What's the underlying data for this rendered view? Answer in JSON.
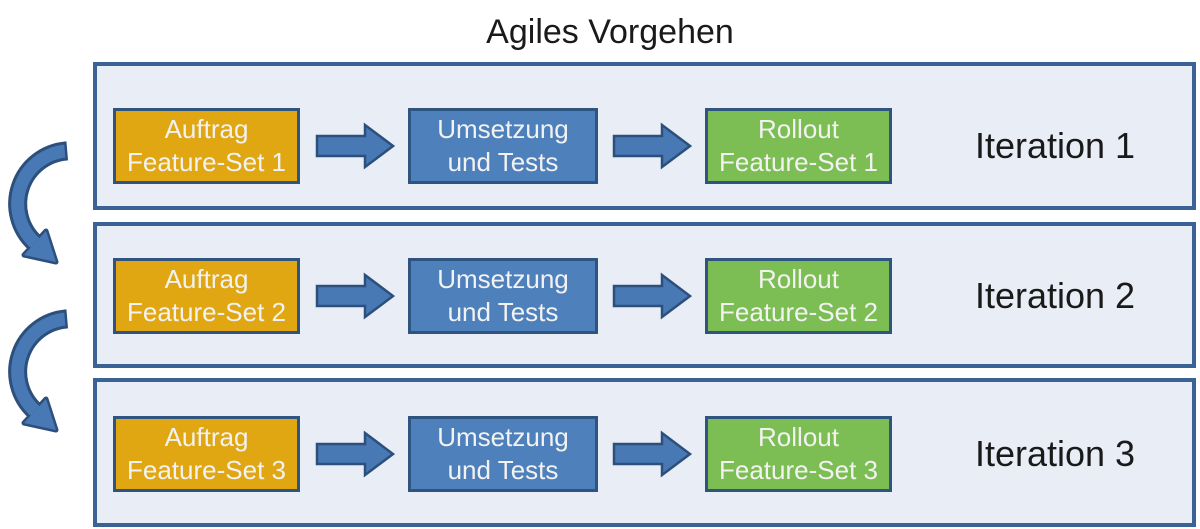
{
  "title": "Agiles Vorgehen",
  "iterations": [
    {
      "label": "Iteration 1",
      "auftrag_line1": "Auftrag",
      "auftrag_line2": "Feature-Set 1",
      "umsetzung_line1": "Umsetzung",
      "umsetzung_line2": "und Tests",
      "rollout_line1": "Rollout",
      "rollout_line2": "Feature-Set 1"
    },
    {
      "label": "Iteration 2",
      "auftrag_line1": "Auftrag",
      "auftrag_line2": "Feature-Set 2",
      "umsetzung_line1": "Umsetzung",
      "umsetzung_line2": "und Tests",
      "rollout_line1": "Rollout",
      "rollout_line2": "Feature-Set 2"
    },
    {
      "label": "Iteration 3",
      "auftrag_line1": "Auftrag",
      "auftrag_line2": "Feature-Set 3",
      "umsetzung_line1": "Umsetzung",
      "umsetzung_line2": "und Tests",
      "rollout_line1": "Rollout",
      "rollout_line2": "Feature-Set 3"
    }
  ],
  "icons": {
    "flow_arrow": "arrow-right-icon",
    "loop_arrow": "loop-arrow-icon"
  },
  "colors": {
    "background": "#FFFFFF",
    "panel_fill": "#E8EDF6",
    "panel_border": "#3A6294",
    "box_border": "#2F5480",
    "box_text": "#F2F2F2",
    "auftrag_fill": "#E1A713",
    "umsetzung_fill": "#4E80BB",
    "rollout_fill": "#7CBE53",
    "arrow_fill": "#4879B4",
    "arrow_border": "#2C4F7C",
    "title_text": "#1A1A1A",
    "label_text": "#1A1A1A"
  }
}
